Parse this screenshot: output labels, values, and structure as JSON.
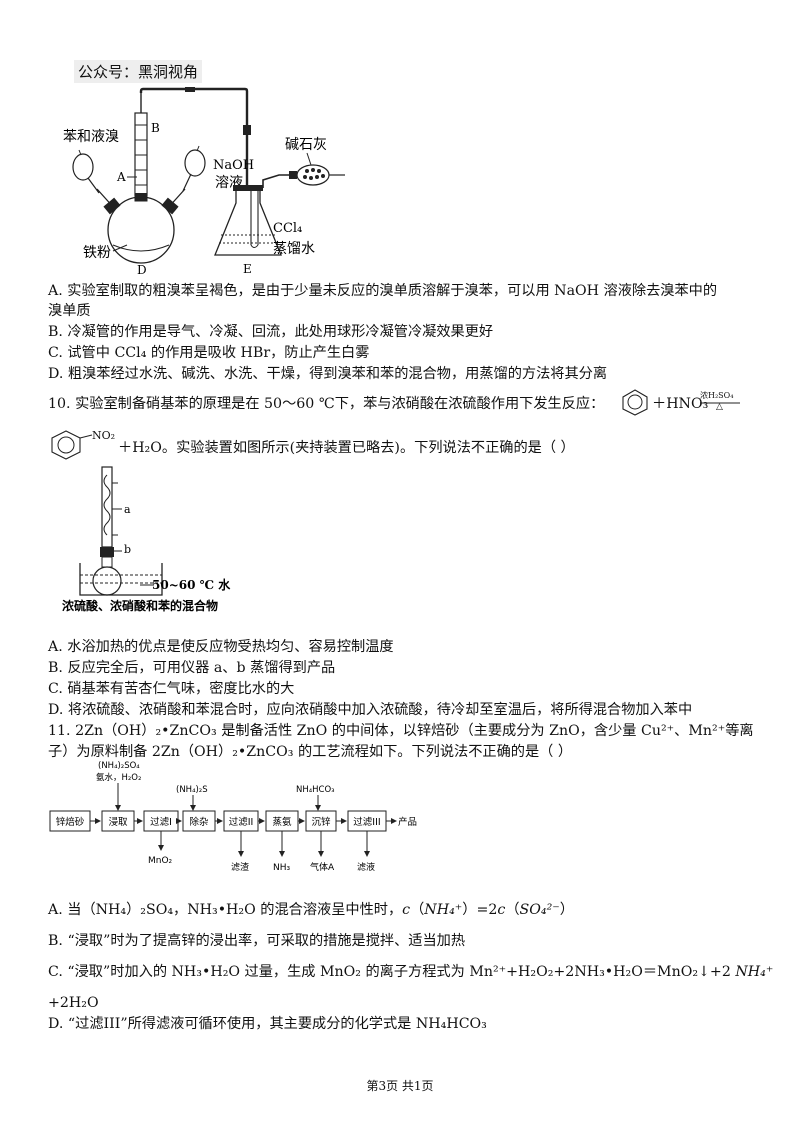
{
  "watermark": "公众号：黑洞视角",
  "apparatus1": {
    "label_B": "B",
    "label_A": "A",
    "label_benzene": "苯和液溴",
    "label_naoh1": "NaOH",
    "label_naoh2": "溶液",
    "label_iron": "铁粉",
    "label_D": "D",
    "label_E": "E",
    "label_sodalime": "碱石灰",
    "label_ccl4": "CCl₄",
    "label_water": "蒸馏水"
  },
  "q9": {
    "opt_a_line1": "A.  实验室制取的粗溴苯呈褐色，是由于少量未反应的溴单质溶解于溴苯，可以用 NaOH 溶液除去溴苯中的",
    "opt_a_line2": "溴单质",
    "opt_b": "B.  冷凝管的作用是导气、冷凝、回流，此处用球形冷凝管冷凝效果更好",
    "opt_c": "C.  试管中 CCl₄ 的作用是吸收 HBr，防止产生白雾",
    "opt_d": "D.  粗溴苯经过水洗、碱洗、水洗、干燥，得到溴苯和苯的混合物，用蒸馏的方法将其分离"
  },
  "q10": {
    "stem_line1": "10.  实验室制备硝基苯的原理是在 50～60 ℃下，苯与浓硝酸在浓硫酸作用下发生反应：",
    "reagent": "＋HNO₃",
    "cond_top": "浓H₂SO₄",
    "cond_bottom": "△",
    "no2": "NO₂",
    "stem_line2": "＋H₂O。实验装置如图所示(夹持装置已略去)。下列说法不正确的是（      ）",
    "label_a": "a",
    "label_b": "b",
    "bath_label": "50~60 ℃ 水",
    "caption": "浓硫酸、浓硝酸和苯的混合物",
    "opt_a": "A.  水浴加热的优点是使反应物受热均匀、容易控制温度",
    "opt_b": "B.  反应完全后，可用仪器 a、b 蒸馏得到产品",
    "opt_c": "C.  硝基苯有苦杏仁气味，密度比水的大",
    "opt_d": "D.  将浓硫酸、浓硝酸和苯混合时，应向浓硝酸中加入浓硫酸，待冷却至室温后，将所得混合物加入苯中"
  },
  "q11": {
    "stem_line1": "11.  2Zn（OH）₂•ZnCO₃ 是制备活性 ZnO 的中间体，以锌焙砂（主要成分为 ZnO，含少量 Cu²⁺、Mn²⁺等离",
    "stem_line2": "子）为原料制备 2Zn（OH）₂•ZnCO₃ 的工艺流程如下。下列说法不正确的是（      ）",
    "flow": {
      "top_reagent_1a": "(NH₄)₂SO₄",
      "top_reagent_1b": "氨水，H₂O₂",
      "top_reagent_2": "(NH₄)₂S",
      "top_reagent_3": "NH₄HCO₃",
      "boxes": [
        "锌焙砂",
        "浸取",
        "过滤I",
        "除杂",
        "过滤II",
        "蒸氨",
        "沉锌",
        "过滤III"
      ],
      "product": "产品",
      "out_1": "MnO₂",
      "out_2": "滤渣",
      "out_3": "NH₃",
      "out_4": "气体A",
      "out_5": "滤液"
    },
    "opt_a_pre": "A.  当（NH₄）₂SO₄，NH₃•H₂O 的混合溶液呈中性时，",
    "opt_a_c1": "c",
    "opt_a_nh4": "NH₄⁺",
    "opt_a_mid": "）=2",
    "opt_a_c2": "c",
    "opt_a_so4": "SO₄²⁻",
    "opt_a_end": "）",
    "opt_b": "B.  “浸取”时为了提高锌的浸出率，可采取的措施是搅拌、适当加热",
    "opt_c_line1": "C.  “浸取”时加入的 NH₃•H₂O 过量，生成 MnO₂ 的离子方程式为 Mn²⁺+H₂O₂+2NH₃•H₂O＝MnO₂↓+2",
    "opt_c_nh4": "NH₄⁺",
    "opt_c_line2": "+2H₂O",
    "opt_d": "D.  “过滤III”所得滤液可循环使用，其主要成分的化学式是 NH₄HCO₃"
  },
  "footer": "第3页  共1页"
}
